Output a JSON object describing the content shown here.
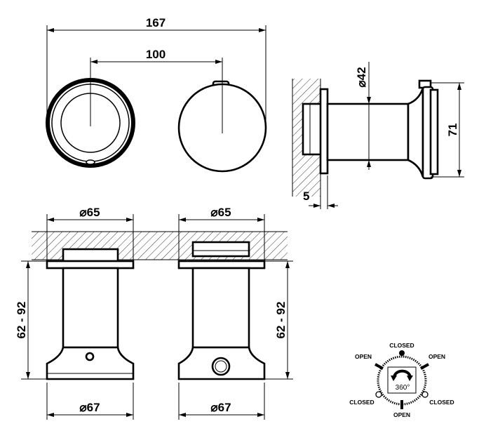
{
  "dimensions": {
    "overall_width": "167",
    "center_distance": "100",
    "body_diameter": "⌀42",
    "head_height": "71",
    "flange_thickness": "5",
    "left_flange_diameter": "⌀65",
    "right_flange_diameter": "⌀65",
    "left_depth_range": "62 - 92",
    "right_depth_range": "62 - 92",
    "left_base_diameter": "⌀67",
    "right_base_diameter": "⌀67"
  },
  "rotation_symbol": {
    "rotation": "360°",
    "top": "CLOSED",
    "upper_left": "OPEN",
    "upper_right": "OPEN",
    "lower_left": "CLOSED",
    "lower_right": "CLOSED",
    "bottom": "OPEN"
  }
}
